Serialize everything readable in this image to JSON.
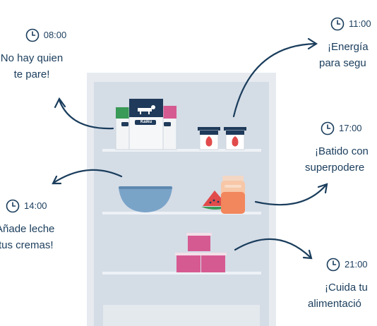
{
  "callouts": [
    {
      "time": "08:00",
      "lines": [
        "No hay quien",
        "te pare!"
      ]
    },
    {
      "time": "11:00",
      "lines": [
        "¡Energía",
        "para segu"
      ]
    },
    {
      "time": "17:00",
      "lines": [
        "¡Batido con",
        "superpodere"
      ]
    },
    {
      "time": "14:00",
      "lines": [
        "Añade leche",
        "tus cremas!"
      ]
    },
    {
      "time": "21:00",
      "lines": [
        "¡Cuida tu",
        "alimentació"
      ]
    }
  ],
  "products": {
    "milk_brand": "Kaiku"
  },
  "colors": {
    "ink": "#1a3d5c",
    "fridge_bg": "#dde3ea",
    "fridge_frame": "#c9d0d8",
    "shelf": "#eef1f4",
    "pink": "#d65a92",
    "navy": "#1f3a5a",
    "bowl_blue": "#7aa3c8",
    "red": "#e14b4b",
    "orange_smoothie": "#f2865c"
  }
}
